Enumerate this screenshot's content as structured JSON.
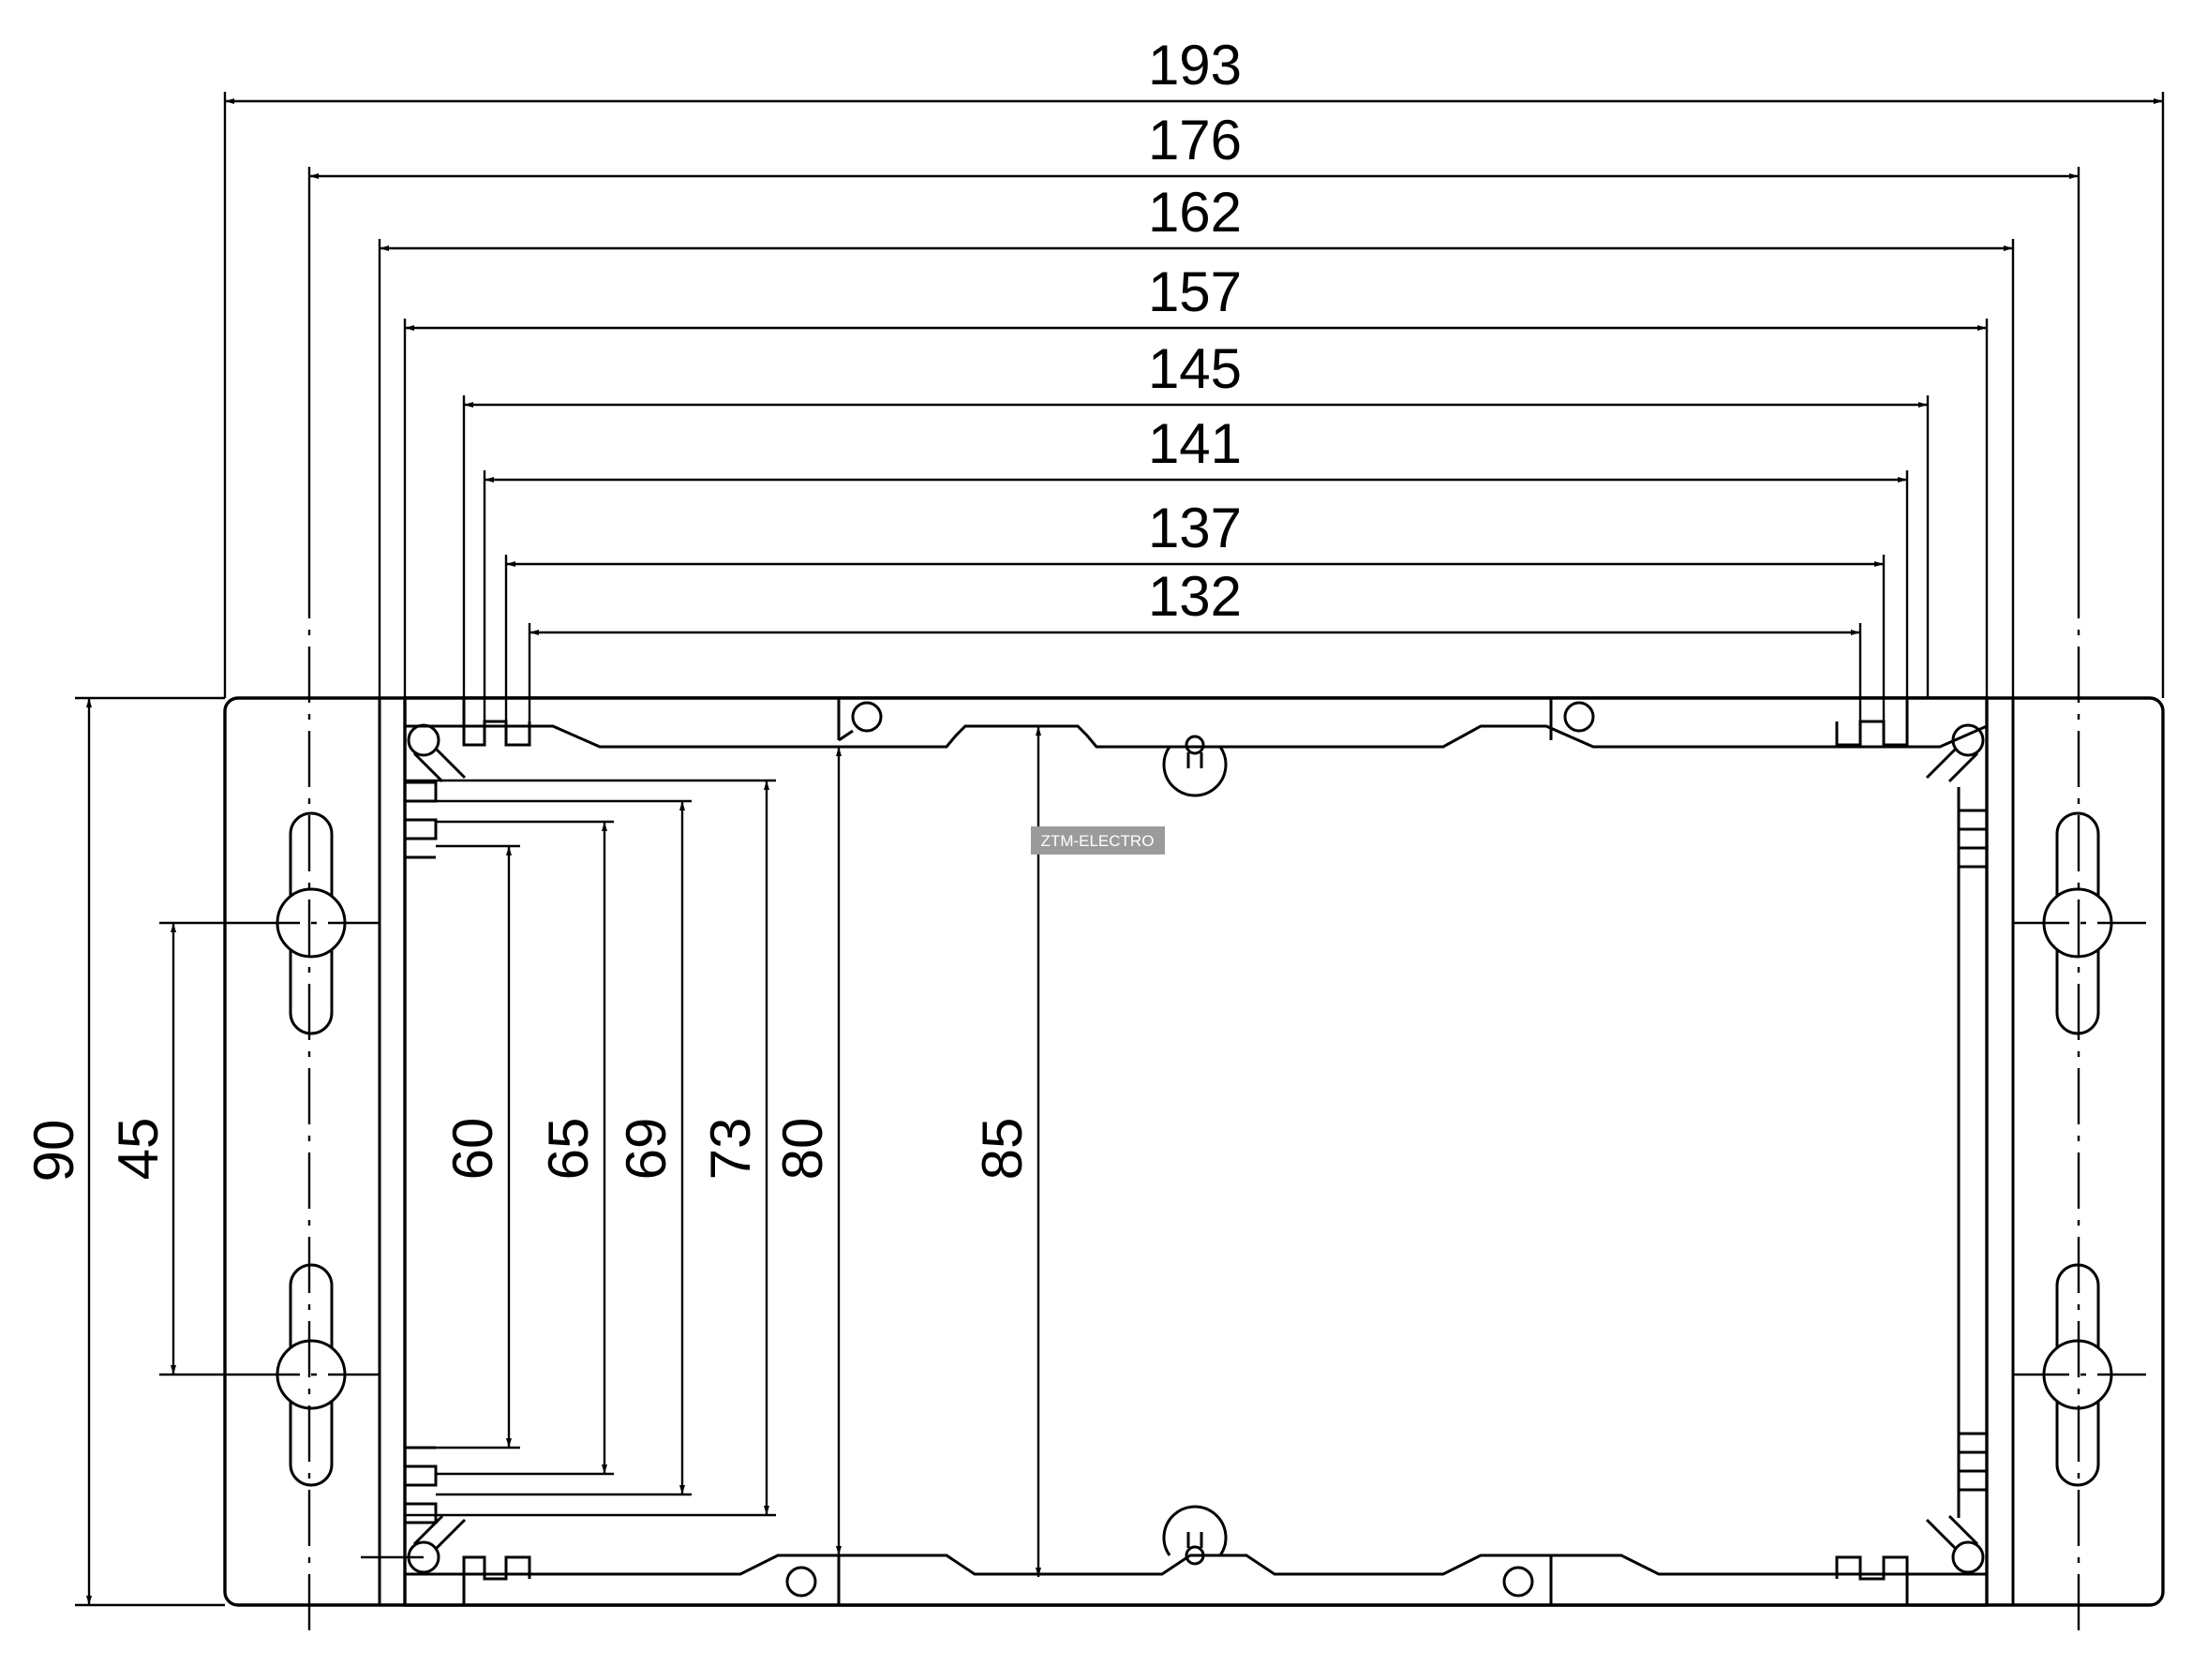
{
  "drawing": {
    "horizontal_dimensions": [
      "193",
      "176",
      "162",
      "157",
      "145",
      "141",
      "137",
      "132"
    ],
    "vertical_dimensions": [
      "90",
      "45",
      "60",
      "65",
      "69",
      "73",
      "80",
      "85"
    ],
    "watermark": "ZTM-ELECTRO"
  }
}
